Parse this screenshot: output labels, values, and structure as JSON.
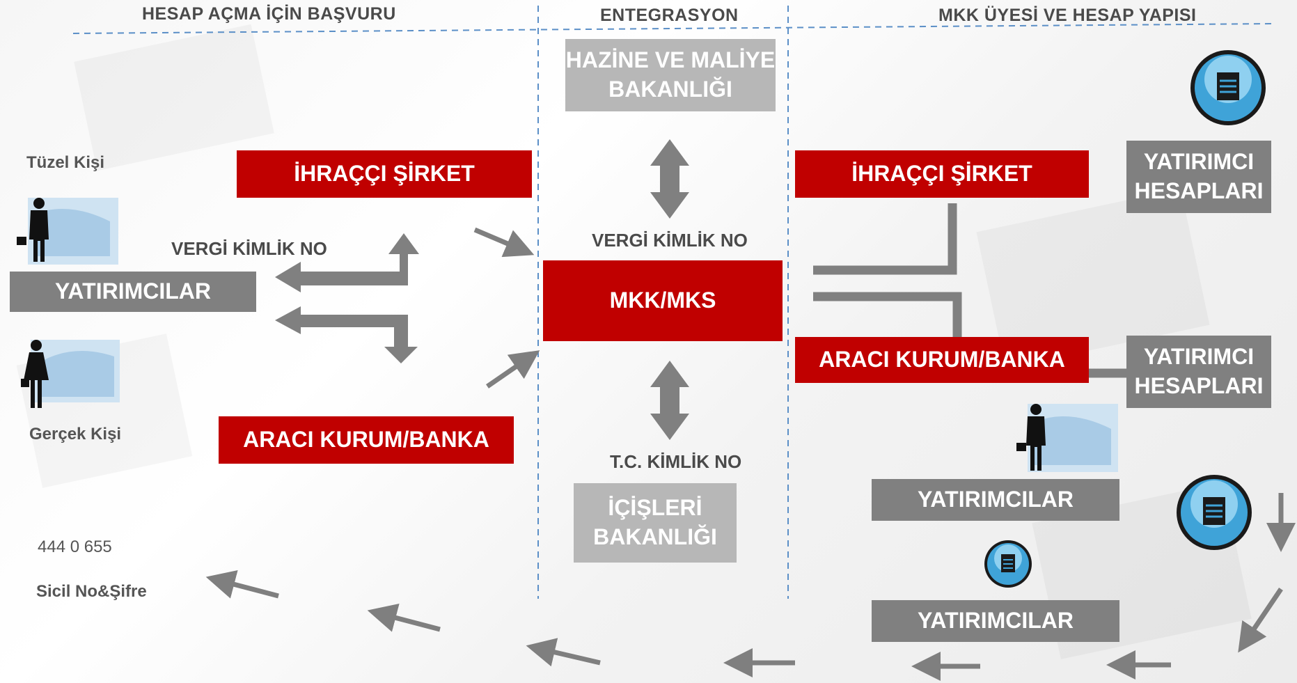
{
  "headers": {
    "left": "HESAP AÇMA İÇİN BAŞVURU",
    "center": "ENTEGRASYON",
    "right": "MKK ÜYESİ VE HESAP YAPISI"
  },
  "left": {
    "tuzel_label": "Tüzel Kişi",
    "gercek_label": "Gerçek Kişi",
    "vergi_label": "VERGİ KİMLİK NO",
    "yatirimcilar": "YATIRIMCILAR",
    "ihracci": "İHRAÇÇI ŞİRKET",
    "araci": "ARACI KURUM/BANKA",
    "phone": "444 0 655",
    "sicil": "Sicil No&Şifre"
  },
  "center": {
    "hazine": "HAZİNE VE MALİYE\nBAKANLIĞI",
    "vergi_label": "VERGİ KİMLİK NO",
    "mkk": "MKK/MKS",
    "tc_label": "T.C. KİMLİK NO",
    "icisleri": "İÇİŞLERİ\nBAKANLIĞI"
  },
  "right": {
    "ihracci": "İHRAÇÇI ŞİRKET",
    "araci": "ARACI KURUM/BANKA",
    "hesap1": "YATIRIMCI\nHESAPLARI",
    "hesap2": "YATIRIMCI\nHESAPLARI",
    "yatirimcilar1": "YATIRIMCILAR",
    "yatirimcilar2": "YATIRIMCILAR"
  },
  "icons": [
    "person-male-icon",
    "person-female-icon",
    "document-icon"
  ],
  "colors": {
    "red": "#c00000",
    "gray": "#808080",
    "light_gray": "#b7b7b7",
    "arrow": "#7f7f7f",
    "divider": "#5b8fc7"
  }
}
